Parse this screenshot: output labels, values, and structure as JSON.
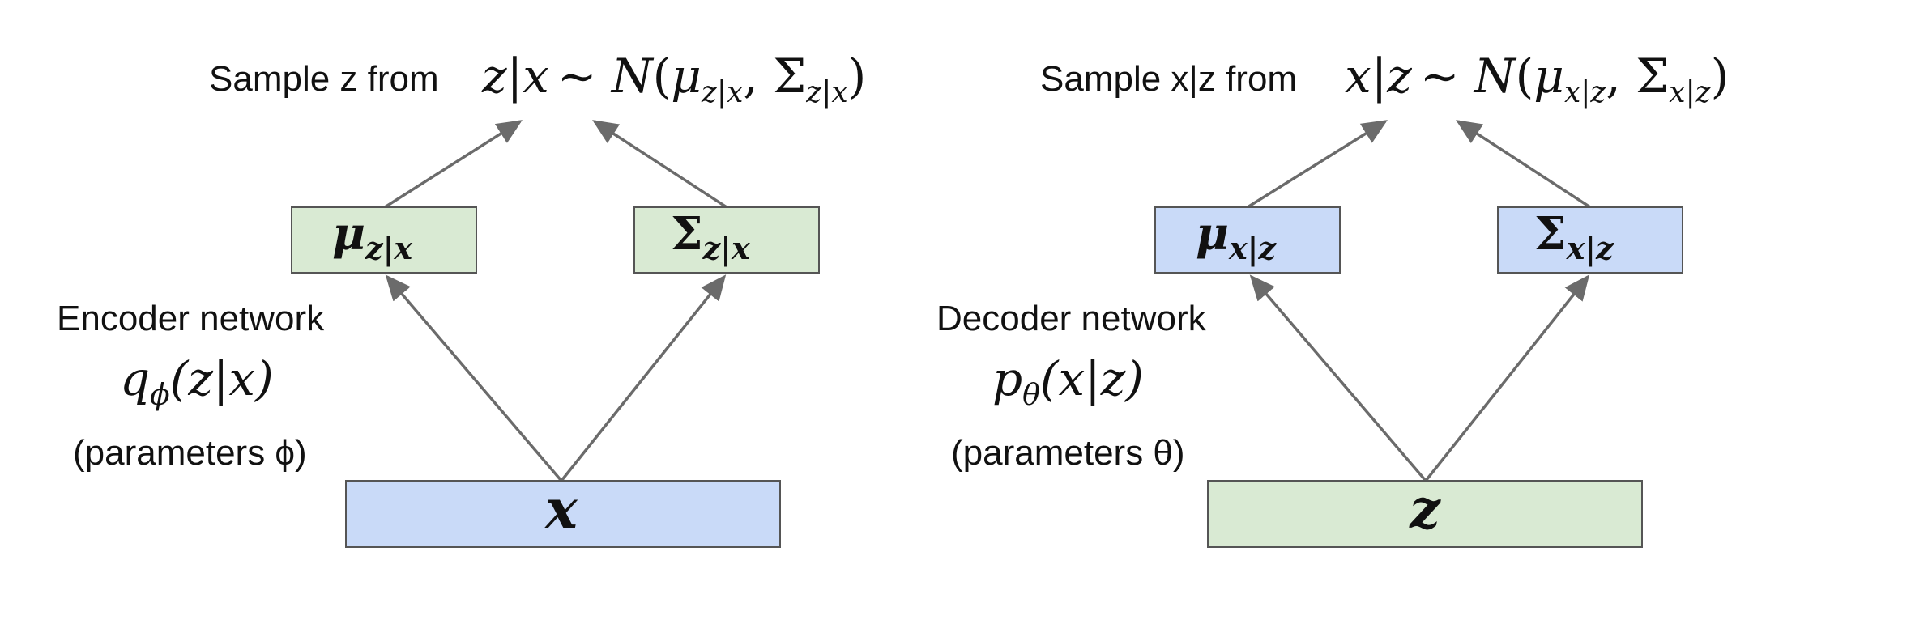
{
  "colors": {
    "green_box": "#d9ead3",
    "blue_box": "#c9daf8",
    "arrow": "#6b6b6b",
    "box_border": "#555555"
  },
  "encoder": {
    "sample_label": "Sample z from",
    "distribution": {
      "var": "z",
      "cond": "x",
      "mu": "μ",
      "mu_sub": "z|x",
      "sigma": "Σ",
      "sigma_sub": "z|x"
    },
    "mean_box": {
      "symbol": "μ",
      "sub": "z|x"
    },
    "cov_box": {
      "symbol": "Σ",
      "sub": "z|x"
    },
    "network_label": "Encoder network",
    "network_func": {
      "letter": "q",
      "sub": "ϕ",
      "args": "(z|x)"
    },
    "params_label": "(parameters ϕ)",
    "input": "x"
  },
  "decoder": {
    "sample_label": "Sample x|z from",
    "distribution": {
      "var": "x",
      "cond": "z",
      "mu": "μ",
      "mu_sub": "x|z",
      "sigma": "Σ",
      "sigma_sub": "x|z"
    },
    "mean_box": {
      "symbol": "μ",
      "sub": "x|z"
    },
    "cov_box": {
      "symbol": "Σ",
      "sub": "x|z"
    },
    "network_label": "Decoder network",
    "network_func": {
      "letter": "p",
      "sub": "θ",
      "args": "(x|z)"
    },
    "params_label": "(parameters θ)",
    "input": "z"
  }
}
